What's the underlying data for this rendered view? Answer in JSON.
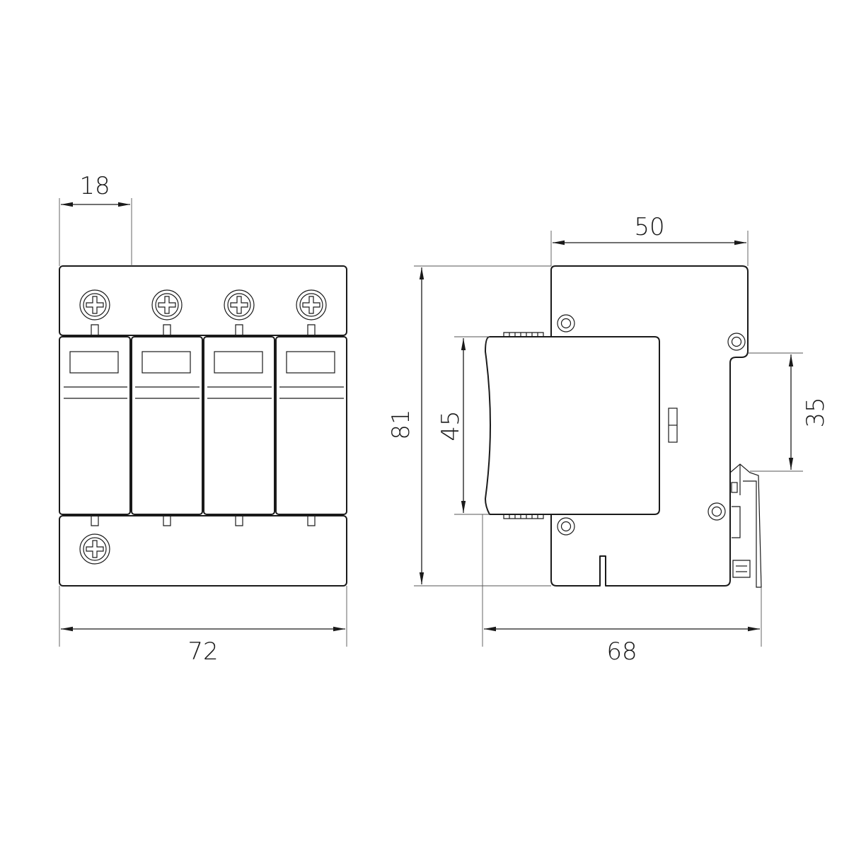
{
  "dimensions": {
    "module_width": "18",
    "total_width": "72",
    "side_depth_top": "50",
    "height": "81",
    "window_height": "45",
    "rail_width": "35",
    "total_depth": "68"
  }
}
